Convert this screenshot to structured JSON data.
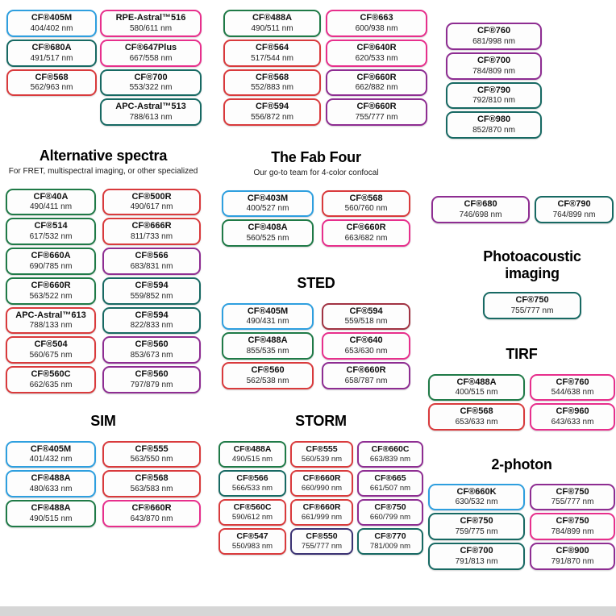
{
  "colors": {
    "blue": "#2e9fdf",
    "green": "#1f7a47",
    "teal": "#176963",
    "red": "#d93a3c",
    "darkred": "#a13343",
    "pink": "#e72f8c",
    "purple": "#8e2d92",
    "navy": "#3b3273"
  },
  "groups": [
    {
      "name": "top-column-1",
      "pills": [
        {
          "name": "CF®405M",
          "value": "404/402 nm",
          "color": "blue"
        },
        {
          "name": "CF®680A",
          "value": "491/517 nm",
          "color": "teal"
        },
        {
          "name": "CF®568",
          "value": "562/963 nm",
          "color": "red"
        }
      ]
    },
    {
      "name": "top-column-2",
      "pills": [
        {
          "name": "RPE-Astral™516",
          "value": "580/611 nm",
          "color": "pink"
        },
        {
          "name": "CF®647Plus",
          "value": "667/558 nm",
          "color": "pink"
        },
        {
          "name": "CF®700",
          "value": "553/322 nm",
          "color": "teal"
        },
        {
          "name": "APC-Astral™513",
          "value": "788/613 nm",
          "color": "teal"
        }
      ]
    },
    {
      "name": "top-column-3",
      "pills": [
        {
          "name": "CF®488A",
          "value": "490/511 nm",
          "color": "green"
        },
        {
          "name": "CF®564",
          "value": "517/544 nm",
          "color": "red"
        },
        {
          "name": "CF®568",
          "value": "552/883 nm",
          "color": "red"
        },
        {
          "name": "CF®594",
          "value": "556/872 nm",
          "color": "red"
        }
      ]
    },
    {
      "name": "top-column-4",
      "pills": [
        {
          "name": "CF®663",
          "value": "600/938 nm",
          "color": "pink"
        },
        {
          "name": "CF®640R",
          "value": "620/533 nm",
          "color": "pink"
        },
        {
          "name": "CF®660R",
          "value": "662/882 nm",
          "color": "purple"
        },
        {
          "name": "CF®660R",
          "value": "755/777 nm",
          "color": "purple"
        }
      ]
    },
    {
      "name": "top-column-5",
      "pills": [
        {
          "name": "CF®760",
          "value": "681/998 nm",
          "color": "purple"
        },
        {
          "name": "CF®700",
          "value": "784/809 nm",
          "color": "purple"
        },
        {
          "name": "CF®790",
          "value": "792/810 nm",
          "color": "teal"
        },
        {
          "name": "CF®980",
          "value": "852/870 nm",
          "color": "teal"
        }
      ]
    },
    {
      "name": "alternative-spectra",
      "title": "Alternative spectra",
      "subtitle": "For FRET, multispectral imaging, or other specialized",
      "pills": [
        {
          "name": "CF®40A",
          "value": "490/411 nm",
          "color": "green"
        },
        {
          "name": "CF®500R",
          "value": "490/617 nm",
          "color": "red"
        },
        {
          "name": "CF®514",
          "value": "617/532 nm",
          "color": "green"
        },
        {
          "name": "CF®666R",
          "value": "811/733 nm",
          "color": "red"
        },
        {
          "name": "CF®660A",
          "value": "690/785 nm",
          "color": "green"
        },
        {
          "name": "CF®566",
          "value": "683/831 nm",
          "color": "purple"
        },
        {
          "name": "CF®660R",
          "value": "563/522 nm",
          "color": "green"
        },
        {
          "name": "CF®594",
          "value": "559/852 nm",
          "color": "teal"
        },
        {
          "name": "APC-Astral™613",
          "value": "788/133 nm",
          "color": "red"
        },
        {
          "name": "CF®594",
          "value": "822/833 nm",
          "color": "teal"
        },
        {
          "name": "CF®504",
          "value": "560/675 nm",
          "color": "red"
        },
        {
          "name": "CF®560",
          "value": "853/673 nm",
          "color": "purple"
        },
        {
          "name": "CF®560C",
          "value": "662/635 nm",
          "color": "red"
        },
        {
          "name": "CF®560",
          "value": "797/879 nm",
          "color": "purple"
        }
      ]
    },
    {
      "name": "fab-four",
      "title": "The Fab Four",
      "subtitle": "Our go-to team for 4-color confocal",
      "pills": [
        {
          "name": "CF®403M",
          "value": "400/527 nm",
          "color": "blue"
        },
        {
          "name": "CF®568",
          "value": "560/760 nm",
          "color": "red"
        },
        {
          "name": "CF®408A",
          "value": "560/525 nm",
          "color": "green"
        },
        {
          "name": "CF®660R",
          "value": "663/682 nm",
          "color": "pink"
        }
      ]
    },
    {
      "name": "sted",
      "title": "STED",
      "pills": [
        {
          "name": "CF®405M",
          "value": "490/431 nm",
          "color": "blue"
        },
        {
          "name": "CF®594",
          "value": "559/518 nm",
          "color": "darkred"
        },
        {
          "name": "CF®488A",
          "value": "855/535 nm",
          "color": "green"
        },
        {
          "name": "CF®640",
          "value": "653/630 nm",
          "color": "pink"
        },
        {
          "name": "CF®560",
          "value": "562/538 nm",
          "color": "red"
        },
        {
          "name": "CF®660R",
          "value": "658/787 nm",
          "color": "purple"
        }
      ]
    },
    {
      "name": "sim",
      "title": "SIM",
      "pills": [
        {
          "name": "CF®405M",
          "value": "401/432 nm",
          "color": "blue"
        },
        {
          "name": "CF®555",
          "value": "563/550 nm",
          "color": "red"
        },
        {
          "name": "CF®488A",
          "value": "480/633 nm",
          "color": "blue"
        },
        {
          "name": "CF®568",
          "value": "563/583 nm",
          "color": "red"
        },
        {
          "name": "CF®488A",
          "value": "490/515 nm",
          "color": "green"
        },
        {
          "name": "CF®660R",
          "value": "643/870 nm",
          "color": "pink"
        }
      ]
    },
    {
      "name": "storm",
      "title": "STORM",
      "pills": [
        {
          "name": "CF®488A",
          "value": "490/515 nm",
          "color": "green"
        },
        {
          "name": "CF®555",
          "value": "560/539 nm",
          "color": "red"
        },
        {
          "name": "CF®660C",
          "value": "663/839 nm",
          "color": "purple"
        },
        {
          "name": "CF®566",
          "value": "566/533 nm",
          "color": "teal"
        },
        {
          "name": "CF®660R",
          "value": "660/990 nm",
          "color": "red"
        },
        {
          "name": "CF®665",
          "value": "661/507 nm",
          "color": "purple"
        },
        {
          "name": "CF®560C",
          "value": "590/612 nm",
          "color": "red"
        },
        {
          "name": "CF®660R",
          "value": "661/999 nm",
          "color": "red"
        },
        {
          "name": "CF®750",
          "value": "660/799 nm",
          "color": "purple"
        },
        {
          "name": "CF®547",
          "value": "550/983 nm",
          "color": "red"
        },
        {
          "name": "CF®550",
          "value": "755/777 nm",
          "color": "navy"
        },
        {
          "name": "CF®770",
          "value": "781/009 nm",
          "color": "teal"
        }
      ]
    },
    {
      "name": "nir-pair",
      "pills": [
        {
          "name": "CF®680",
          "value": "746/698 nm",
          "color": "purple"
        },
        {
          "name": "CF®790",
          "value": "764/899 nm",
          "color": "teal"
        }
      ]
    },
    {
      "name": "photoacoustic-imaging",
      "title": "Photoacoustic imaging",
      "pills": [
        {
          "name": "CF®750",
          "value": "755/777 nm",
          "color": "teal"
        }
      ]
    },
    {
      "name": "tirf",
      "title": "TIRF",
      "pills": [
        {
          "name": "CF®488A",
          "value": "400/515 nm",
          "color": "green"
        },
        {
          "name": "CF®760",
          "value": "544/638 nm",
          "color": "pink"
        },
        {
          "name": "CF®568",
          "value": "653/633 nm",
          "color": "red"
        },
        {
          "name": "CF®960",
          "value": "643/633 nm",
          "color": "pink"
        }
      ]
    },
    {
      "name": "two-photon",
      "title": "2-photon",
      "pills": [
        {
          "name": "CF®660K",
          "value": "630/532 nm",
          "color": "blue"
        },
        {
          "name": "CF®750",
          "value": "755/777 nm",
          "color": "purple"
        },
        {
          "name": "CF®750",
          "value": "759/775 nm",
          "color": "teal"
        },
        {
          "name": "CF®750",
          "value": "784/899 nm",
          "color": "pink"
        },
        {
          "name": "CF®700",
          "value": "791/813 nm",
          "color": "teal"
        },
        {
          "name": "CF®900",
          "value": "791/870 nm",
          "color": "purple"
        }
      ]
    }
  ]
}
